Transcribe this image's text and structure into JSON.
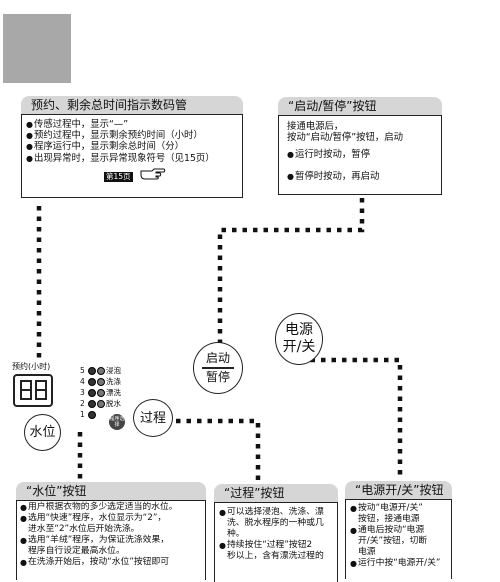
{
  "figure": {
    "gray_block_color": "#a8a8a8"
  },
  "display_box": {
    "title": "预约、剩余总时间指示数码管",
    "items": [
      "传感过程中，显示“—”",
      "预约过程中，显示剩余预约时间（小时）",
      "程序运行中，显示剩余总时间（分）",
      "出现异常时，显示异常现象符号（见15页）"
    ],
    "page_ref": "第15页",
    "hand_icon": "pointing-hand-icon"
  },
  "start_box": {
    "title": "“启动/暂停”按钮",
    "intro": [
      "接通电源后，",
      "按动“启动/暂停”按钮，启动"
    ],
    "items": [
      "运行时按动，暂停",
      "暂停时按动，再启动"
    ]
  },
  "panel": {
    "display_label": "预约(小时)",
    "display_digits": "88",
    "indicators": [
      {
        "num": "5",
        "label": "浸泡"
      },
      {
        "num": "4",
        "label": "洗涤"
      },
      {
        "num": "3",
        "label": "漂洗"
      },
      {
        "num": "2",
        "label": "脱水"
      },
      {
        "num": "1",
        "label": ""
      }
    ],
    "select_button": "程序选择",
    "water_button": "水位",
    "process_button": "过程",
    "start_button": [
      "启动",
      "暂停"
    ],
    "power_button": [
      "电源",
      "开/关"
    ]
  },
  "water_box": {
    "title": "“水位”按钮",
    "items": [
      [
        "用户根据衣物的多少选定适当的水位。"
      ],
      [
        "选用“快速”程序，水位显示为“2”，",
        "进水至“2”水位后开始洗涤。"
      ],
      [
        "选用“羊绒”程序，为保证洗涤效果，",
        "程序自行设定最高水位。"
      ],
      [
        "在洗涤开始后，按动“水位”按钮即可"
      ]
    ]
  },
  "process_box": {
    "title": "“过程”按钮",
    "items": [
      [
        "可以选择浸泡、洗涤、漂",
        "洗、脱水程序的一种或几",
        "种。"
      ],
      [
        "持续按住“过程”按钮2",
        "秒以上，含有漂洗过程的"
      ]
    ]
  },
  "power_box": {
    "title": "“电源开/关”按钮",
    "items": [
      [
        "按动“电源开/关”",
        "按钮，接通电源"
      ],
      [
        "通电后按动“电源",
        "开/关”按钮，切断",
        "电源"
      ],
      [
        "运行中按“电源开/关”"
      ]
    ]
  }
}
